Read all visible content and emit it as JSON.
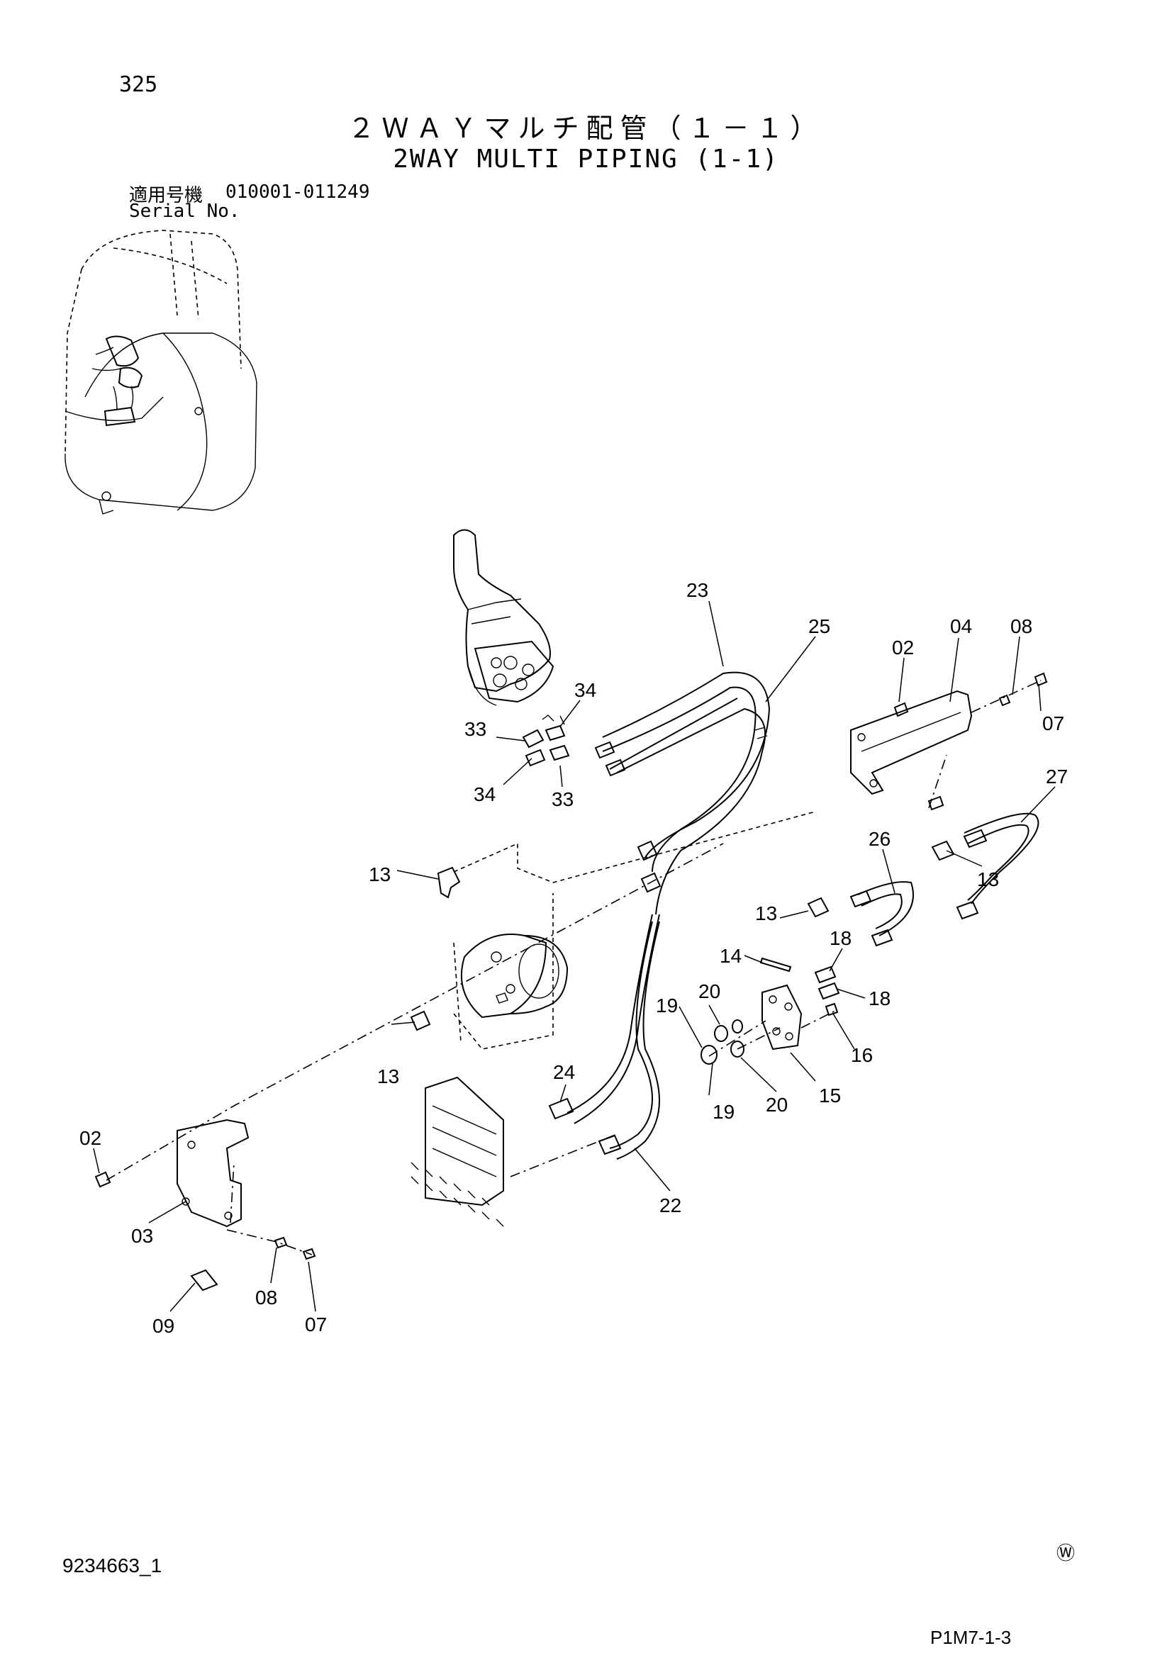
{
  "header": {
    "page_number": "325",
    "title_ja": "２ＷＡＹマルチ配管（１－１）",
    "title_en": "2WAY MULTI PIPING (1-1)",
    "serial_label_ja": "適用号機",
    "serial_range": "010001-011249",
    "serial_label_en": "Serial No."
  },
  "footer": {
    "doc_number": "9234663_1",
    "watermark_symbol": "Ⓦ",
    "page_code": "P1M7-1-3"
  },
  "callouts": [
    {
      "id": "c-23",
      "text": "23"
    },
    {
      "id": "c-25",
      "text": "25"
    },
    {
      "id": "c-02a",
      "text": "02"
    },
    {
      "id": "c-04",
      "text": "04"
    },
    {
      "id": "c-08a",
      "text": "08"
    },
    {
      "id": "c-07a",
      "text": "07"
    },
    {
      "id": "c-34a",
      "text": "34"
    },
    {
      "id": "c-33a",
      "text": "33"
    },
    {
      "id": "c-34b",
      "text": "34"
    },
    {
      "id": "c-33b",
      "text": "33"
    },
    {
      "id": "c-27",
      "text": "27"
    },
    {
      "id": "c-26",
      "text": "26"
    },
    {
      "id": "c-13a",
      "text": "13"
    },
    {
      "id": "c-13b",
      "text": "13"
    },
    {
      "id": "c-13c",
      "text": "13"
    },
    {
      "id": "c-18a",
      "text": "18"
    },
    {
      "id": "c-14",
      "text": "14"
    },
    {
      "id": "c-18b",
      "text": "18"
    },
    {
      "id": "c-20a",
      "text": "20"
    },
    {
      "id": "c-19a",
      "text": "19"
    },
    {
      "id": "c-16",
      "text": "16"
    },
    {
      "id": "c-13d",
      "text": "13"
    },
    {
      "id": "c-24",
      "text": "24"
    },
    {
      "id": "c-15",
      "text": "15"
    },
    {
      "id": "c-19b",
      "text": "19"
    },
    {
      "id": "c-20b",
      "text": "20"
    },
    {
      "id": "c-02b",
      "text": "02"
    },
    {
      "id": "c-22",
      "text": "22"
    },
    {
      "id": "c-03",
      "text": "03"
    },
    {
      "id": "c-08b",
      "text": "08"
    },
    {
      "id": "c-09",
      "text": "09"
    },
    {
      "id": "c-07b",
      "text": "07"
    }
  ]
}
